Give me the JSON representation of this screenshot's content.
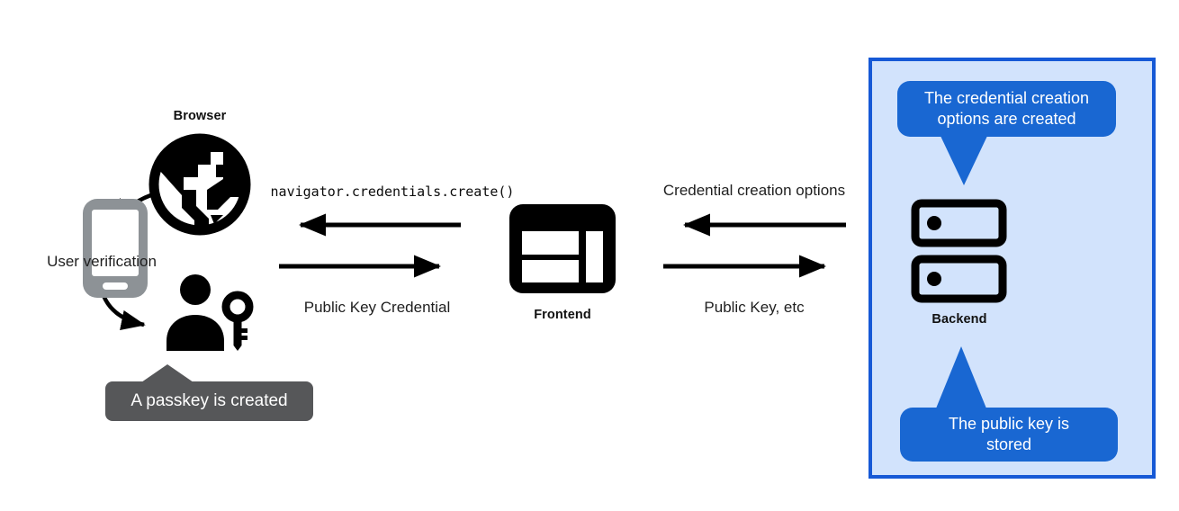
{
  "diagram": {
    "nodes": {
      "browser_label": "Browser",
      "user_verification_label": "User verification",
      "frontend_label": "Frontend",
      "backend_label": "Backend"
    },
    "messages": {
      "create_call": "navigator.credentials.create()",
      "public_key_credential": "Public Key Credential",
      "credential_creation_options": "Credential creation options",
      "public_key_etc": "Public Key, etc"
    },
    "callouts": {
      "passkey_created": "A passkey is created",
      "credential_options_created": "The credential creation options are created",
      "public_key_stored": "The public key is stored"
    },
    "colors": {
      "bubble_blue": "#1967d2",
      "panel_fill": "#d2e3fc",
      "panel_border": "#1659d6",
      "tooltip_gray": "#565759",
      "phone_gray": "#8d9296",
      "icon_black": "#000000"
    }
  }
}
